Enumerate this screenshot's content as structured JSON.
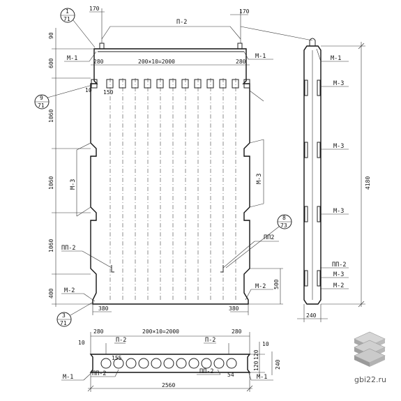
{
  "front": {
    "label_p2_top": "П-2",
    "dim_170_left": "170",
    "dim_170_right": "170",
    "callout_1": {
      "num": "1",
      "den": "71"
    },
    "callout_9": {
      "num": "9",
      "den": "71"
    },
    "callout_3": {
      "num": "3",
      "den": "71"
    },
    "callout_8": {
      "num": "8",
      "den": "73"
    },
    "m1_left": "М-1",
    "m1_right": "М-1",
    "dim_280_left": "280",
    "dim_280_right": "280",
    "dim_holes": "200×10=2000",
    "dim_10": "10",
    "dim_150": "150",
    "m3_left": "М-3",
    "m3_right": "М-3",
    "pp2_left": "ПП-2",
    "pp2_right": "ПП2",
    "m2_left": "М-2",
    "m2_right": "М-2",
    "dim_380_left": "380",
    "dim_380_right": "380",
    "dim_500": "500",
    "vdims": [
      "90",
      "600",
      "1060",
      "1060",
      "1060",
      "400"
    ]
  },
  "side": {
    "m1": "М-1",
    "m3_a": "М-3",
    "m3_b": "М-3",
    "m3_c": "М-3",
    "pp2": "ПП-2",
    "m3_d": "М-3",
    "m2": "М-2",
    "dim_4180": "4180",
    "dim_240": "240"
  },
  "section": {
    "dim_280_left": "280",
    "dim_280_right": "280",
    "dim_holes": "200×10=2000",
    "dim_10": "10",
    "p2_left": "П-2",
    "p2_right": "П-2",
    "dim_155": "155",
    "dim_120_a": "120",
    "dim_120_b": "120",
    "dim_10_r": "10",
    "dim_240": "240",
    "m1_left": "М-1",
    "m1_right": "М-1",
    "pp2_left": "ПП-2",
    "pp2_right": "ПП-2",
    "dim_54": "54",
    "dim_2560": "2560"
  },
  "brand": {
    "site": "gbi22.ru"
  }
}
